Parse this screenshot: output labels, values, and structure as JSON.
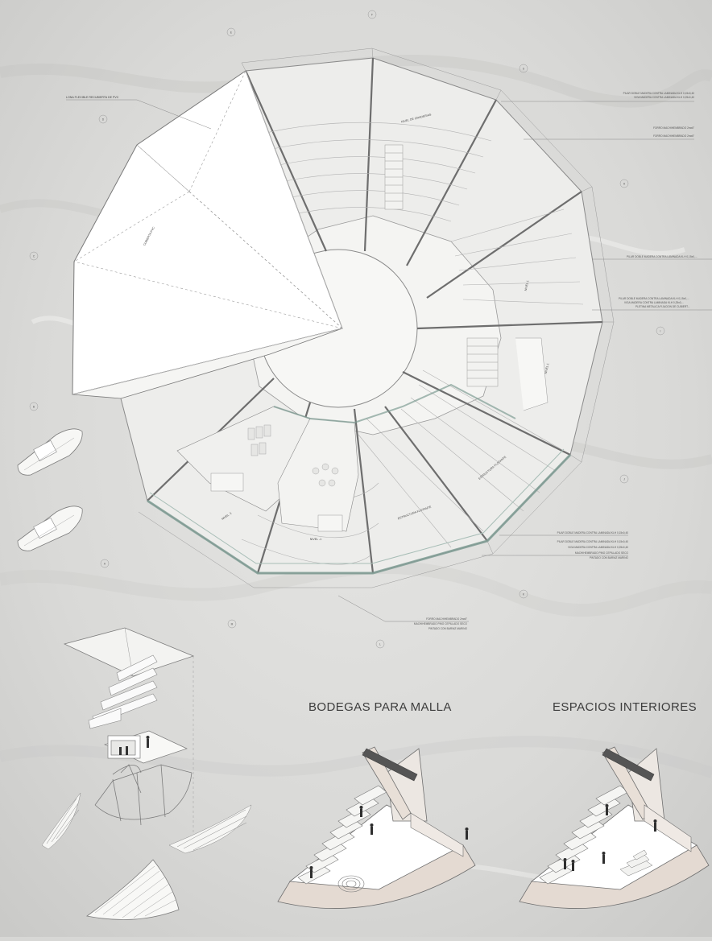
{
  "headings": {
    "bodegas": "BODEGAS PARA MALLA",
    "espacios": "ESPACIOS INTERIORES"
  },
  "plan_labels": {
    "lona": "LONA FLEXIBLE RECUBIERTA DE PVC",
    "cubierta": "CUBIERTA PVC",
    "nivel_gradas": "NIVEL DE GRADERIAS",
    "nivel_1a": "NIVEL 1",
    "nivel_1b": "NIVEL 1",
    "nivel_m1a": "NIVEL -1",
    "nivel_m1b": "NIVEL -1",
    "estructura_a": "ESTRUCTURA FLOTANTE",
    "estructura_b": "ESTRUCTURA FLOTANTE"
  },
  "callouts_right_top": [
    "PILAR DOBLE MADERA CONTRA LAMINADA KLH 0,15x0,40",
    "VIGA MADERA CONTRA LAMINADA KLH 0,25x0,40",
    "FORRO MACHIHEMBRADO 2mx6\"",
    "FORRO MACHIHEMBRADO 2mx6\""
  ],
  "callouts_right_mid": [
    "PILAR DOBLE MADERA CONTRA LAMINADA KLH 0,15x0,...",
    "PILAR DOBLE MADERA CONTRA LAMINADA KLH 0,15x0,...",
    "VIGA MADERA CONTRA LAMINADA KLH 0,25x0,...",
    "PLETINA METALICA FIJACION DE CUBIERT..."
  ],
  "callouts_right_bottom": [
    "PILAR DOBLE MADERA CONTRA LAMINADA KLH 0,15x0,40",
    "PILAR DOBLE MADERA CONTRA LAMINADA KLH 0,15x0,40",
    "VIGA MADERA CONTRA LAMINADA KLH 0,25x0,40",
    "MACHIHEMBRADO PINO CEPILLADO SECO",
    "PINTADO CON BARNIZ MARINO"
  ],
  "callouts_bottom": [
    "FORRO MACHIHEMBRADO 2mx6\"",
    "MACHIHEMBRADO PINO CEPILLADO SECO",
    "PINTADO CON BARNIZ MARINO"
  ],
  "grid_letters": [
    "E",
    "F",
    "G",
    "H",
    "I",
    "J",
    "K",
    "L",
    "M",
    "A",
    "B",
    "C",
    "D"
  ],
  "colors": {
    "background": "#d7d7d5",
    "plan_fill": "#efefed",
    "canopy": "#ffffff",
    "teal_edge": "#7f9c94",
    "line": "#8a8a8a"
  }
}
